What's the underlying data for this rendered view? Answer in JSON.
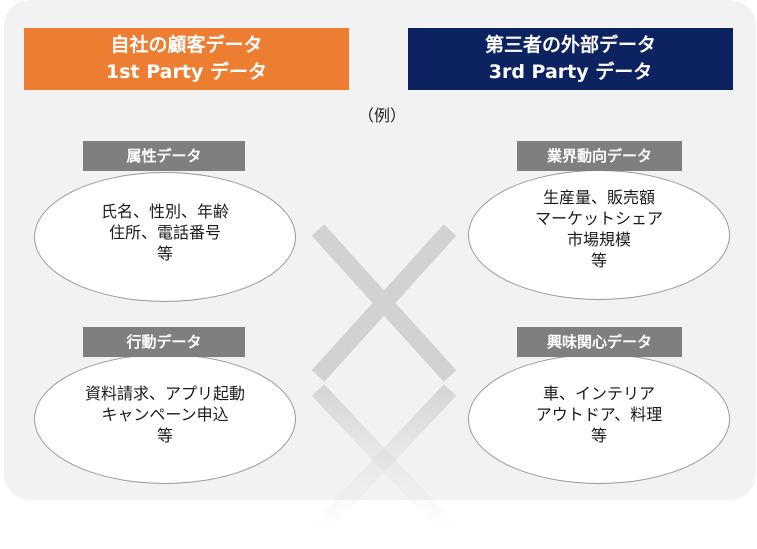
{
  "first_party": {
    "title": "自社の顧客データ",
    "subtitle": "1st Party データ",
    "color": "#ed7d31"
  },
  "third_party": {
    "title": "第三者の外部データ",
    "subtitle": "3rd Party データ",
    "color": "#0d2260"
  },
  "example_label": "（例）",
  "attribute": {
    "tag": "属性データ",
    "lines": [
      "氏名、性別、年齢",
      "住所、電話番号",
      "等"
    ]
  },
  "behavior": {
    "tag": "行動データ",
    "lines": [
      "資料請求、アプリ起動",
      "キャンペーン申込",
      "等"
    ]
  },
  "industry": {
    "tag": "業界動向データ",
    "lines": [
      "生産量、販売額",
      "マーケットシェア",
      "市場規模",
      "等"
    ]
  },
  "interest": {
    "tag": "興味関心データ",
    "lines": [
      "車、インテリア",
      "アウトドア、料理",
      "等"
    ]
  }
}
